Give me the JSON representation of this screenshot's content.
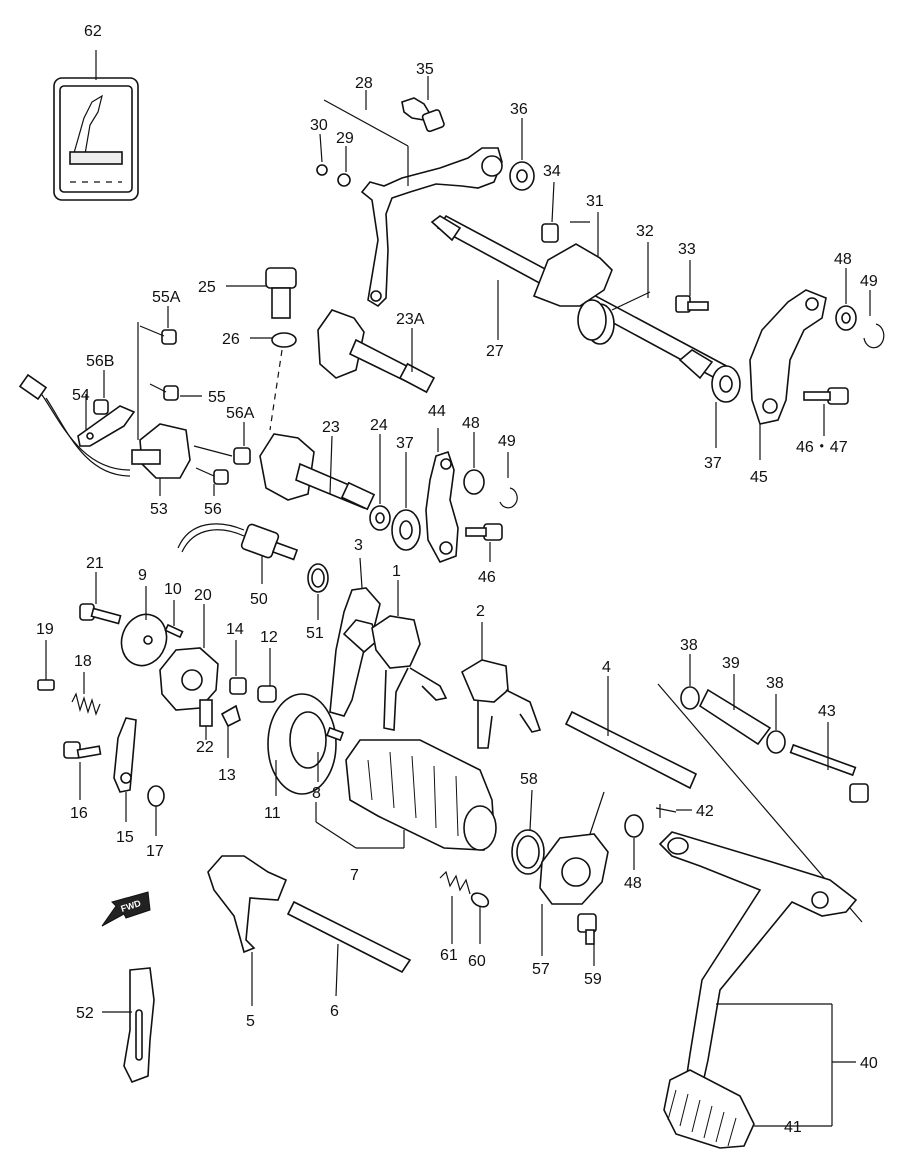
{
  "labels": {
    "l1": "1",
    "l2": "2",
    "l3": "3",
    "l4": "4",
    "l5": "5",
    "l6": "6",
    "l7": "7",
    "l8": "8",
    "l9": "9",
    "l10": "10",
    "l11": "11",
    "l12": "12",
    "l13": "13",
    "l14": "14",
    "l15": "15",
    "l16": "16",
    "l17": "17",
    "l18": "18",
    "l19": "19",
    "l20": "20",
    "l21": "21",
    "l22": "22",
    "l23": "23",
    "l23a": "23A",
    "l24": "24",
    "l25": "25",
    "l26": "26",
    "l27": "27",
    "l28": "28",
    "l29": "29",
    "l30": "30",
    "l31": "31",
    "l32": "32",
    "l33": "33",
    "l34": "34",
    "l35": "35",
    "l36": "36",
    "l37a": "37",
    "l37b": "37",
    "l38a": "38",
    "l38b": "38",
    "l39": "39",
    "l40": "40",
    "l41": "41",
    "l42": "42",
    "l43": "43",
    "l44": "44",
    "l45": "45",
    "l46a": "46",
    "l4647": "46・47",
    "l48a": "48",
    "l48b": "48",
    "l48c": "48",
    "l49a": "49",
    "l49b": "49",
    "l50": "50",
    "l51": "51",
    "l52": "52",
    "l53": "53",
    "l54": "54",
    "l55": "55",
    "l55a": "55A",
    "l56": "56",
    "l56a": "56A",
    "l56b": "56B",
    "l57": "57",
    "l58": "58",
    "l59": "59",
    "l60": "60",
    "l61": "61",
    "l62": "62"
  },
  "fwd_arrow": "FWD"
}
